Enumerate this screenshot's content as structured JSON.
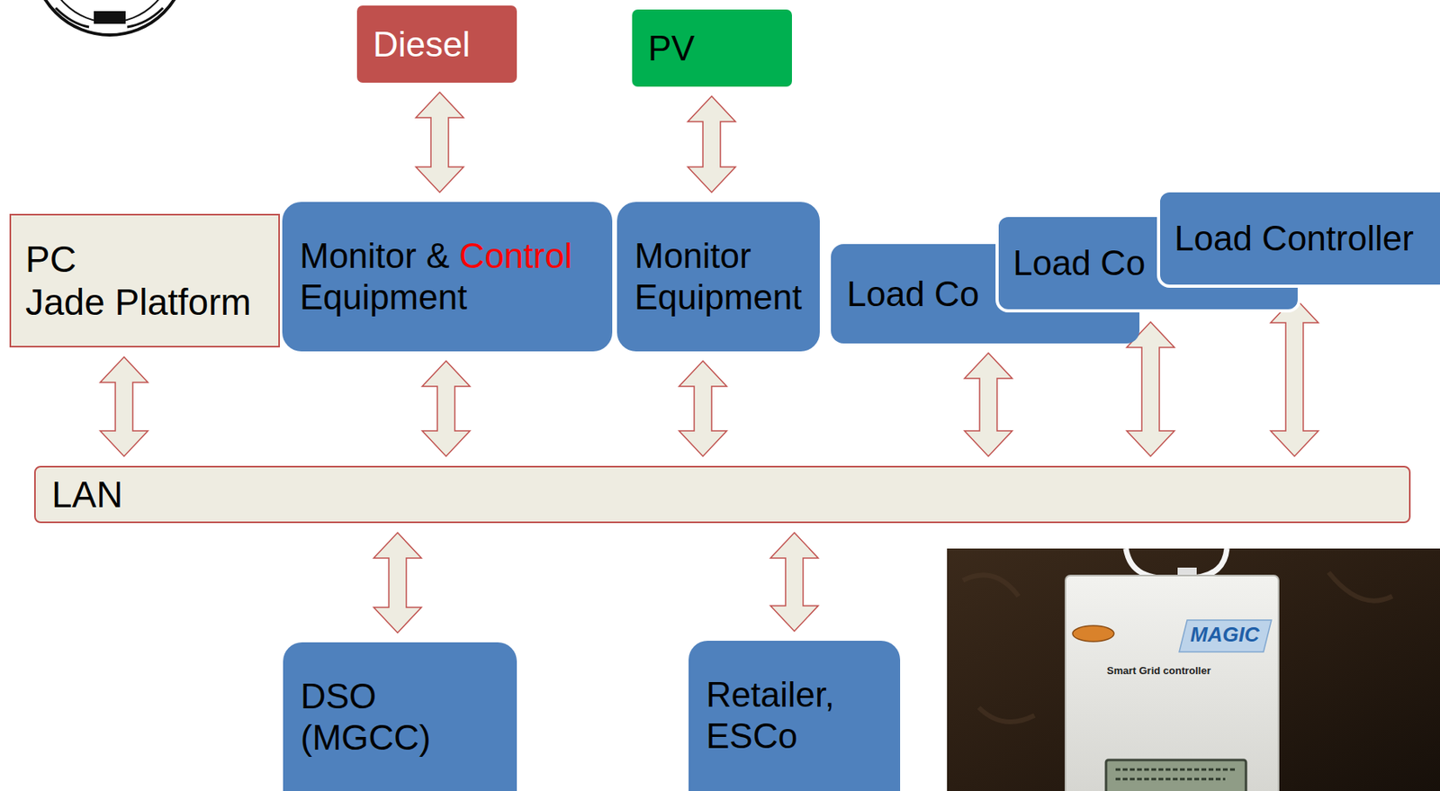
{
  "diagram": {
    "nodes": [
      {
        "text": [
          "Diesel"
        ]
      },
      {
        "text": [
          "PV"
        ]
      },
      {
        "text": [
          "PC",
          "Jade Platform"
        ]
      },
      {
        "text": [
          "Monitor &",
          "Control",
          "Equipment"
        ]
      },
      {
        "text": [
          "Monitor Equipment"
        ]
      },
      {
        "text": [
          "Load Co"
        ]
      },
      {
        "text": [
          "Load Co"
        ]
      },
      {
        "text": [
          "Load Controller"
        ]
      },
      {
        "text": [
          "LAN"
        ]
      },
      {
        "text": [
          "DSO (MGCC)"
        ]
      },
      {
        "text": [
          "Retailer, ESCo"
        ]
      }
    ],
    "edges": [
      {
        "from": 0,
        "to": 3,
        "arrow": "both"
      },
      {
        "from": 1,
        "to": 4,
        "arrow": "both"
      },
      {
        "from": 2,
        "to": 8,
        "arrow": "both"
      },
      {
        "from": 3,
        "to": 8,
        "arrow": "both"
      },
      {
        "from": 4,
        "to": 8,
        "arrow": "both"
      },
      {
        "from": 5,
        "to": 8,
        "arrow": "both"
      },
      {
        "from": 6,
        "to": 8,
        "arrow": "both"
      },
      {
        "from": 7,
        "to": 8,
        "arrow": "both"
      },
      {
        "from": 8,
        "to": 9,
        "arrow": "both"
      },
      {
        "from": 8,
        "to": 10,
        "arrow": "both"
      }
    ],
    "labels": [
      "MAGIC",
      "Smart Grid controller"
    ]
  }
}
